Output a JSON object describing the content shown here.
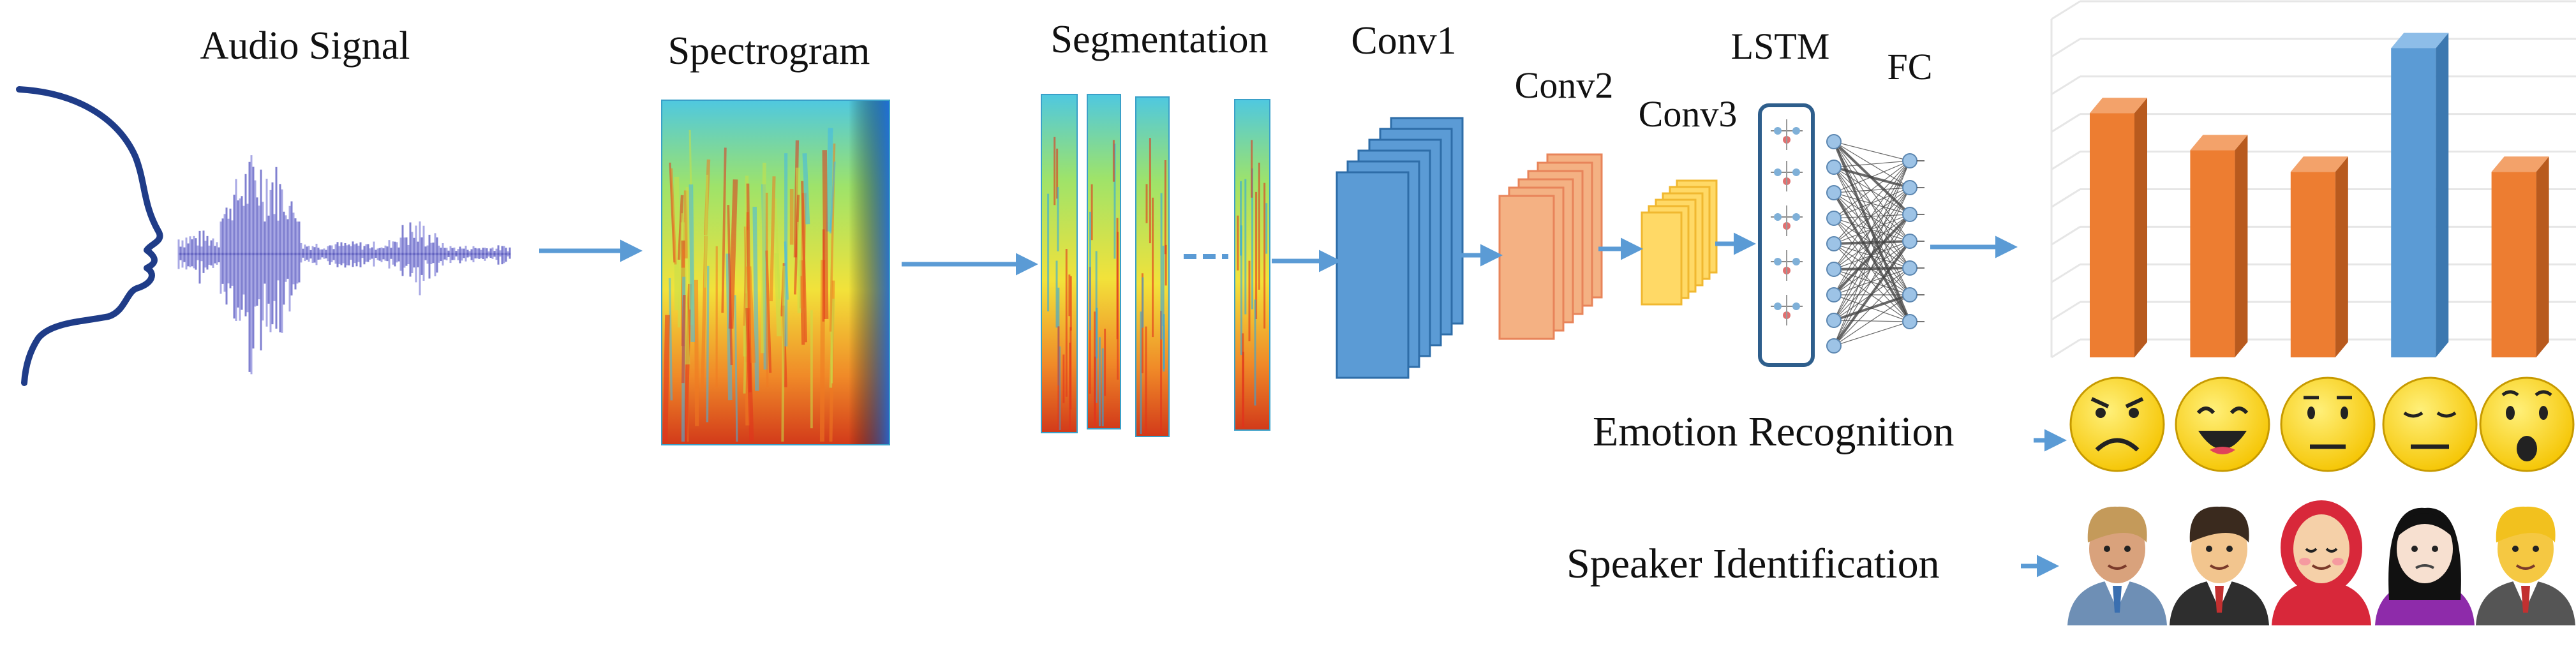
{
  "labels": {
    "audio_signal": "Audio Signal",
    "spectrogram": "Spectrogram",
    "segmentation": "Segmentation",
    "conv1": "Conv1",
    "conv2": "Conv2",
    "conv3": "Conv3",
    "lstm": "LSTM",
    "fc": "FC",
    "emotion_recognition": "Emotion Recognition",
    "speaker_identification": "Speaker Identification"
  },
  "chart_data": {
    "type": "bar",
    "categories": [
      "angry",
      "happy",
      "neutral",
      "calm",
      "surprised"
    ],
    "values": [
      0.79,
      0.67,
      0.6,
      1.0,
      0.6
    ],
    "highlight_index": 3,
    "colors": {
      "bar": "#ED7D31",
      "highlight": "#5B9BD5",
      "grid": "#E6E6E6"
    },
    "xlabel": "",
    "ylabel": ""
  },
  "emotions": [
    "angry-face-icon",
    "laughing-face-icon",
    "neutral-face-icon",
    "calm-face-icon",
    "surprised-face-icon"
  ],
  "speakers": [
    "man-tan-icon",
    "man-suit-icon",
    "woman-hijab-icon",
    "woman-dark-hair-icon",
    "man-blond-icon"
  ],
  "colors": {
    "arrow": "#5B9BD5",
    "conv1": "#5B9BD5",
    "conv2": "#F4B183",
    "conv3": "#FFD966",
    "face_outline": "#1F3C88",
    "emoji": "#FFD21F"
  }
}
